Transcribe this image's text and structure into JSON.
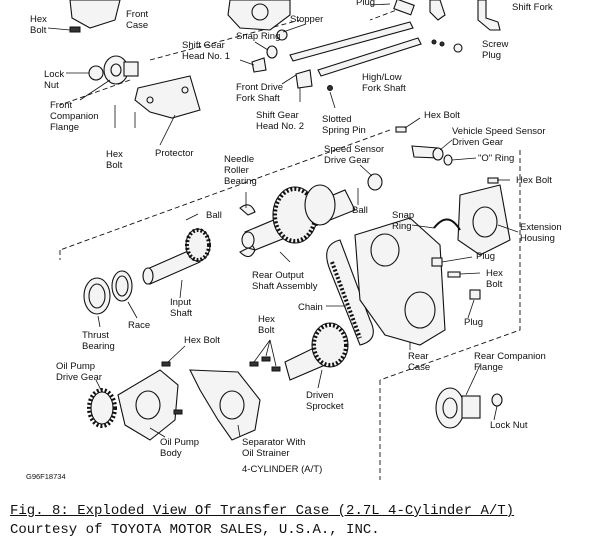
{
  "labels": {
    "hex_bolt_tl": "Hex",
    "hex_bolt_tl2": "Bolt",
    "front_case1": "Front",
    "front_case2": "Case",
    "plug_top": "Plug",
    "shift_fork": "Shift Fork",
    "stopper": "Stopper",
    "snap_ring_top": "Snap Ring",
    "shift_head1a": "Shift Gear",
    "shift_head1b": "Head No. 1",
    "screw_plug1": "Screw",
    "screw_plug2": "Plug",
    "lock_nut_l1": "Lock",
    "lock_nut_l2": "Nut",
    "front_drive1": "Front Drive",
    "front_drive2": "Fork Shaft",
    "highlow1": "High/Low",
    "highlow2": "Fork Shaft",
    "fcf1": "Front",
    "fcf2": "Companion",
    "fcf3": "Flange",
    "shift_head2a": "Shift Gear",
    "shift_head2b": "Head No. 2",
    "slotted1": "Slotted",
    "slotted2": "Spring Pin",
    "hexbolt_l1": "Hex",
    "hexbolt_l2": "Bolt",
    "protector": "Protector",
    "hexbolt_r": "Hex Bolt",
    "vss1": "Vehicle Speed Sensor",
    "vss2": "Driven Gear",
    "oring": "\"O\" Ring",
    "needle1": "Needle",
    "needle2": "Roller",
    "needle3": "Bearing",
    "ssdg1": "Speed Sensor",
    "ssdg2": "Drive Gear",
    "hexbolt_r2": "Hex Bolt",
    "ball_top": "Ball",
    "ball_mid": "Ball",
    "snap_ring_r1": "Snap",
    "snap_ring_r2": "Ring",
    "ext1": "Extension",
    "ext2": "Housing",
    "plug_r1": "Plug",
    "hexbolt_r3a": "Hex",
    "hexbolt_r3b": "Bolt",
    "rosa1": "Rear Output",
    "rosa2": "Shaft Assembly",
    "chain": "Chain",
    "input1": "Input",
    "input2": "Shaft",
    "plug_r2": "Plug",
    "thrust1": "Thrust",
    "thrust2": "Bearing",
    "race": "Race",
    "rear_case1": "Rear",
    "rear_case2": "Case",
    "hexbolt_mid1": "Hex",
    "hexbolt_mid2": "Bolt",
    "hexbolt_low": "Hex Bolt",
    "rcf1": "Rear Companion",
    "rcf2": "Flange",
    "opdg1": "Oil Pump",
    "opdg2": "Drive Gear",
    "driven1": "Driven",
    "driven2": "Sprocket",
    "lock_nut_r": "Lock Nut",
    "opb1": "Oil Pump",
    "opb2": "Body",
    "sep1": "Separator With",
    "sep2": "Oil Strainer",
    "model": "4-CYLINDER (A/T)",
    "code": "G96F18734"
  },
  "caption": "Fig. 8: Exploded View Of Transfer Case (2.7L 4-Cylinder A/T)",
  "courtesy": "Courtesy of TOYOTA MOTOR SALES, U.S.A., INC."
}
